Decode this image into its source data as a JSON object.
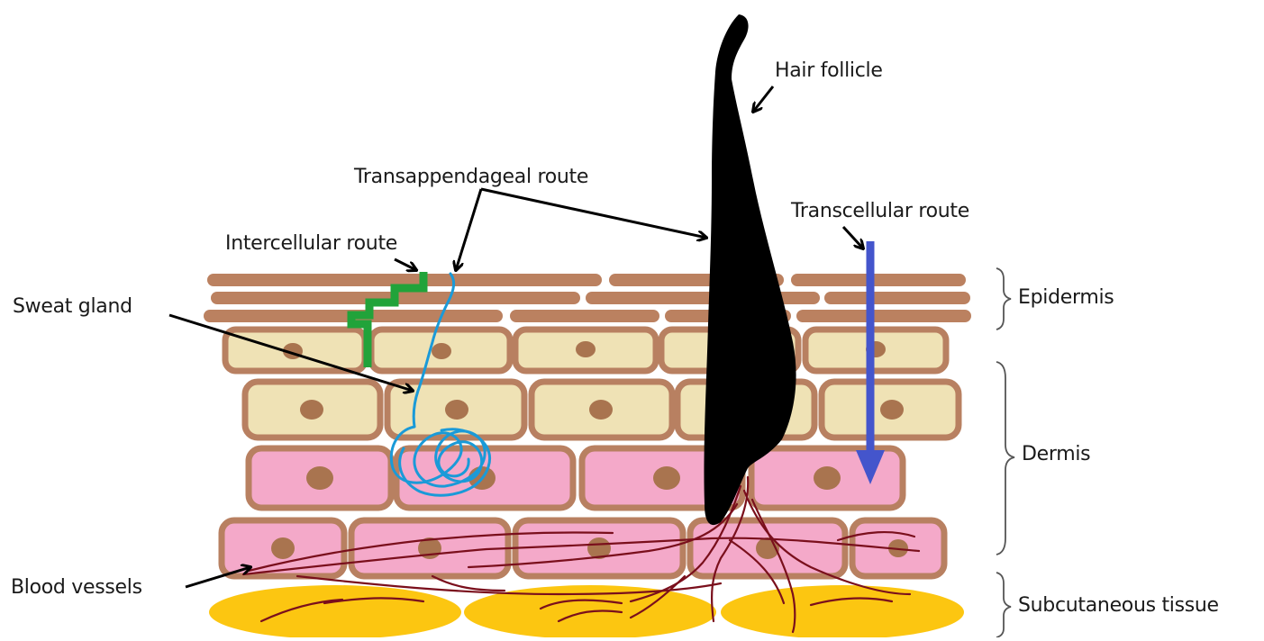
{
  "labels": {
    "hair_follicle": "Hair follicle",
    "transappendageal_route": "Transappendageal route",
    "transcellular_route": "Transcellular route",
    "intercellular_route": "Intercellular route",
    "sweat_gland": "Sweat gland",
    "epidermis": "Epidermis",
    "dermis": "Dermis",
    "blood_vessels": "Blood vessels",
    "subcutaneous_tissue": "Subcutaneous tissue"
  },
  "colors": {
    "stratum_layer": "#bb8160",
    "cell_border": "#b88061",
    "cell_cream": "#efe2b5",
    "cell_pink": "#f4a9c9",
    "nucleus": "#a9744f",
    "fat": "#fcc611",
    "vessel": "#7a0f1c",
    "hair": "#000000",
    "intercellular": "#21a33a",
    "sweat_duct": "#1a9ad8",
    "transcellular_arrow": "#4455cc",
    "arrow": "#000000"
  }
}
